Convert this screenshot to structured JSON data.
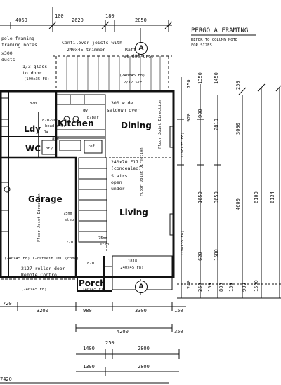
{
  "plan": {
    "top_dims": [
      "4060",
      "2620",
      "180",
      "2850",
      "100"
    ],
    "notes": {
      "pole_framing": "pole framing",
      "framing_notes": "framing notes",
      "x300": "x300",
      "ducts": "ducts",
      "glass": "1/3 glass",
      "to_door": "to door",
      "lintel_door": "(190x35 F8)",
      "cantilever": "Cantilever joists with",
      "trimmer": "240x45 trimmer",
      "rafters": "Rafters",
      "rafters_crs": "at 600 crs.",
      "beam_top": "(240x45 F8)",
      "beam_top2": "2/12 S/F",
      "n820": "820",
      "n300wide": "300 wide",
      "setdown": "setdown over",
      "bbar": "b/bar",
      "n900": "820-900",
      "head_over": "head over",
      "dw": "dw",
      "hw": "hw",
      "nahc": "ahc",
      "ref": "ref",
      "pty": "pty",
      "beam_stair": "240x70 F17",
      "concealed": "(concealed)",
      "stairs": "Stairs",
      "open": "open",
      "under": "under",
      "step1": "75mm",
      "step1b": "step",
      "step2": "75mm",
      "step2b": "step",
      "n720": "720",
      "n820b": "820",
      "beam_garage": "(240x45 F8)",
      "rollerdoor_note": "T-cstsein 16C (conc)",
      "roller": "2127 roller door",
      "remote": "Remote Control",
      "beam_bottom": "(240x45 F8)",
      "beam_porch": "(140x45 F17",
      "n1818": "1818",
      "beam_porch2": "(240x45 F8)",
      "beam_side1": "1198x35 F8)",
      "beam_side2": "1198x35 F8)",
      "floor_joist1": "Floor Joist Direction",
      "floor_joist2": "Floor Joist Direction",
      "floor_joist3": "Floor Joist Direction",
      "pergola_title": "PERGOLA FRAMING",
      "pergola_sub1": "REFER TO COLUMN NOTE",
      "pergola_sub2": "FOR SIZES"
    },
    "rooms": {
      "kitchen": "Kitchen",
      "dining": "Dining",
      "ldy": "Ldy",
      "wc": "WC",
      "garage": "Garage",
      "living": "Living",
      "porch": "Porch"
    },
    "section_marker": "A",
    "bottom_dims": [
      "720",
      "3200",
      "980",
      "3300",
      "150",
      "4200",
      "350",
      "1400",
      "250",
      "2800",
      "1390",
      "2800",
      "7420"
    ],
    "right_dims": [
      "750",
      "1350",
      "1450",
      "250",
      "920",
      "900",
      "2810",
      "3000",
      "3650",
      "4600",
      "6100",
      "6134",
      "1650",
      "1500",
      "620",
      "240",
      "250",
      "150",
      "800",
      "150",
      "900",
      "1500"
    ]
  }
}
